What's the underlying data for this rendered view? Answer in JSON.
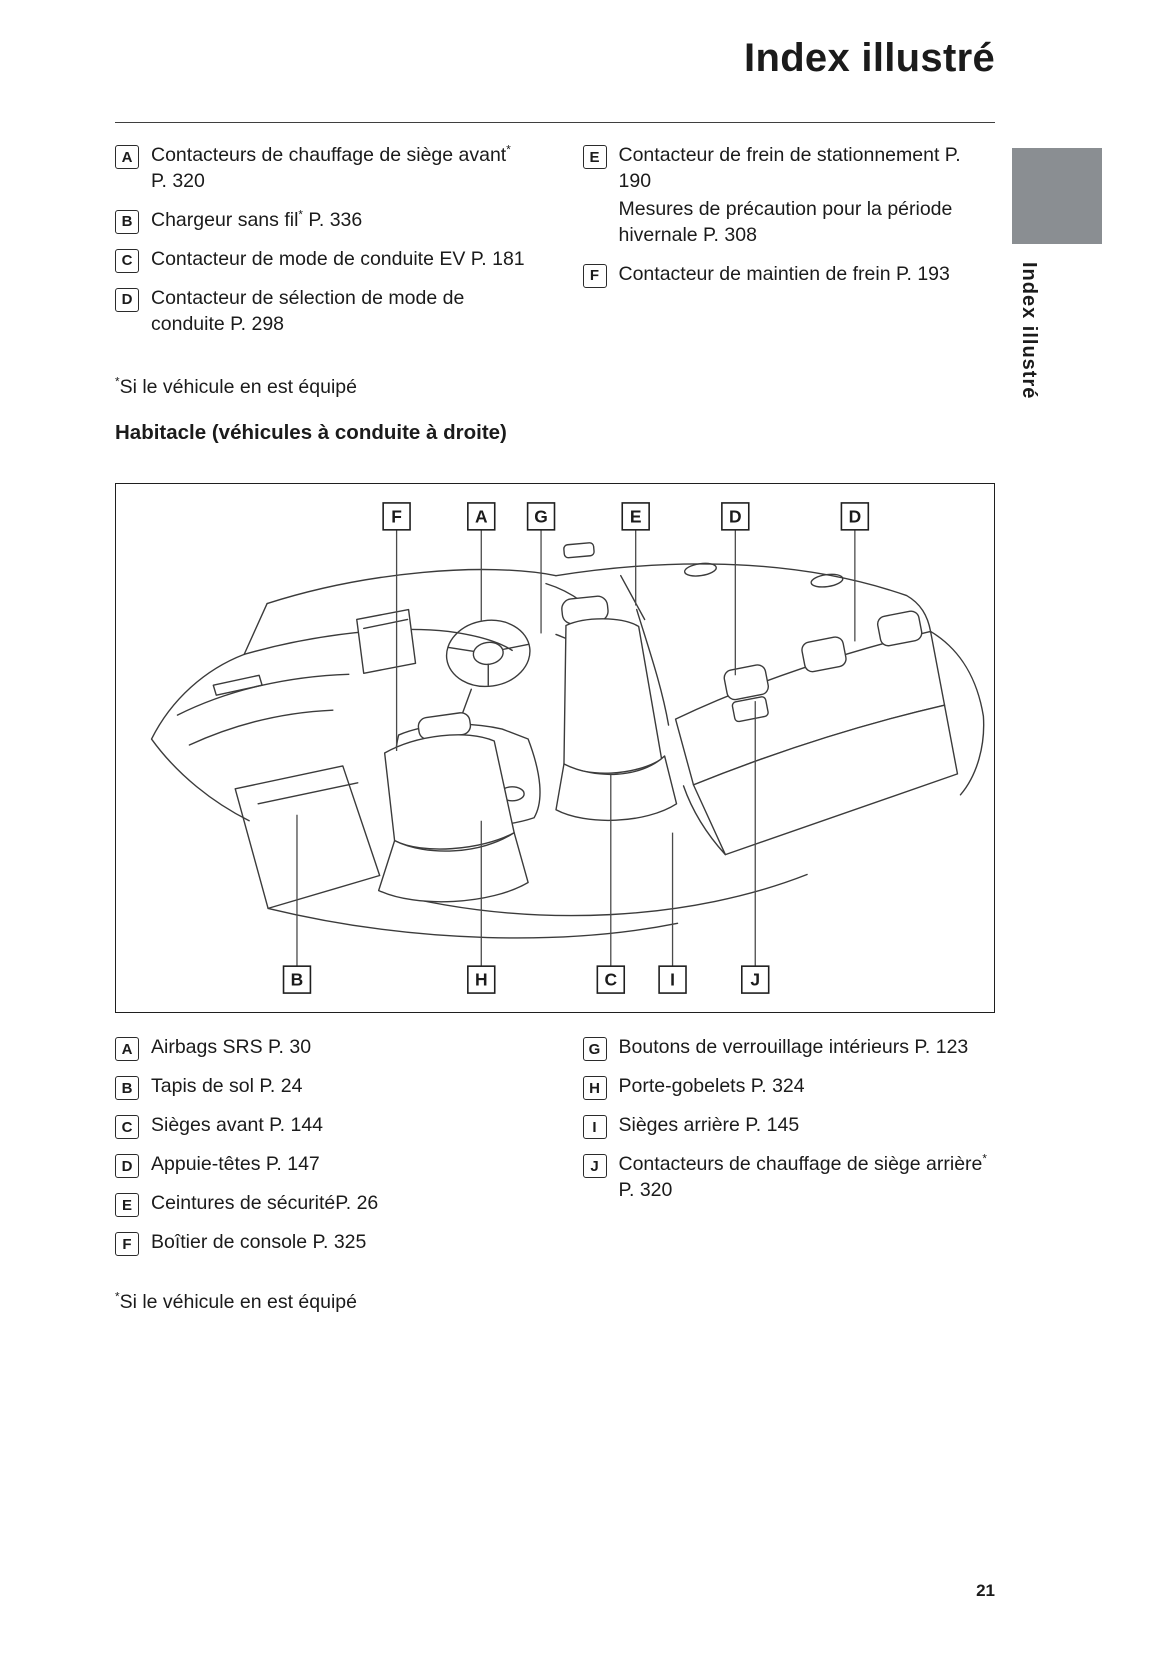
{
  "page": {
    "title": "Index illustré",
    "side_tab": "Index illustré",
    "section_heading": "Habitacle (véhicules à conduite à droite)",
    "page_number": "21"
  },
  "footnote": {
    "star": "*",
    "text": "Si le véhicule en est équipé"
  },
  "top_list": {
    "left": [
      {
        "key": "A",
        "lines": [
          [
            {
              "text": "Contacteurs de chauffage de siège avant"
            },
            {
              "text": "*",
              "sup": true
            },
            {
              "text": " P. 320"
            }
          ]
        ]
      },
      {
        "key": "B",
        "lines": [
          [
            {
              "text": "Chargeur sans fil"
            },
            {
              "text": "*",
              "sup": true
            },
            {
              "text": " P. 336"
            }
          ]
        ]
      },
      {
        "key": "C",
        "lines": [
          [
            {
              "text": "Contacteur de mode de conduite EV P. 181"
            }
          ]
        ]
      },
      {
        "key": "D",
        "lines": [
          [
            {
              "text": "Contacteur de sélection de mode de conduite P. 298"
            }
          ]
        ]
      }
    ],
    "right": [
      {
        "key": "E",
        "lines": [
          [
            {
              "text": "Contacteur de frein de stationnement P. 190"
            }
          ],
          [
            {
              "text": "Mesures de précaution pour la période hivernale P. 308"
            }
          ]
        ]
      },
      {
        "key": "F",
        "lines": [
          [
            {
              "text": "Contacteur de maintien de frein P. 193"
            }
          ]
        ]
      }
    ]
  },
  "diagram": {
    "top_labels": [
      "F",
      "A",
      "G",
      "E",
      "D",
      "D"
    ],
    "bottom_labels": [
      "B",
      "H",
      "C",
      "I",
      "J"
    ]
  },
  "bottom_list": {
    "left": [
      {
        "key": "A",
        "lines": [
          [
            {
              "text": "Airbags SRS P. 30"
            }
          ]
        ]
      },
      {
        "key": "B",
        "lines": [
          [
            {
              "text": "Tapis de sol P. 24"
            }
          ]
        ]
      },
      {
        "key": "C",
        "lines": [
          [
            {
              "text": "Sièges avant P. 144"
            }
          ]
        ]
      },
      {
        "key": "D",
        "lines": [
          [
            {
              "text": "Appuie-têtes P. 147"
            }
          ]
        ]
      },
      {
        "key": "E",
        "lines": [
          [
            {
              "text": "Ceintures de sécuritéP. 26"
            }
          ]
        ]
      },
      {
        "key": "F",
        "lines": [
          [
            {
              "text": "Boîtier de console P. 325"
            }
          ]
        ]
      }
    ],
    "right": [
      {
        "key": "G",
        "lines": [
          [
            {
              "text": "Boutons de verrouillage intérieurs P. 123"
            }
          ]
        ]
      },
      {
        "key": "H",
        "lines": [
          [
            {
              "text": "Porte-gobelets P. 324"
            }
          ]
        ]
      },
      {
        "key": "I",
        "lines": [
          [
            {
              "text": "Sièges arrière P. 145"
            }
          ]
        ]
      },
      {
        "key": "J",
        "lines": [
          [
            {
              "text": "Contacteurs de chauffage de siège arrière"
            },
            {
              "text": "*",
              "sup": true
            },
            {
              "text": " P. 320"
            }
          ]
        ]
      }
    ]
  },
  "colors": {
    "tab_gray": "#8a8e92"
  }
}
